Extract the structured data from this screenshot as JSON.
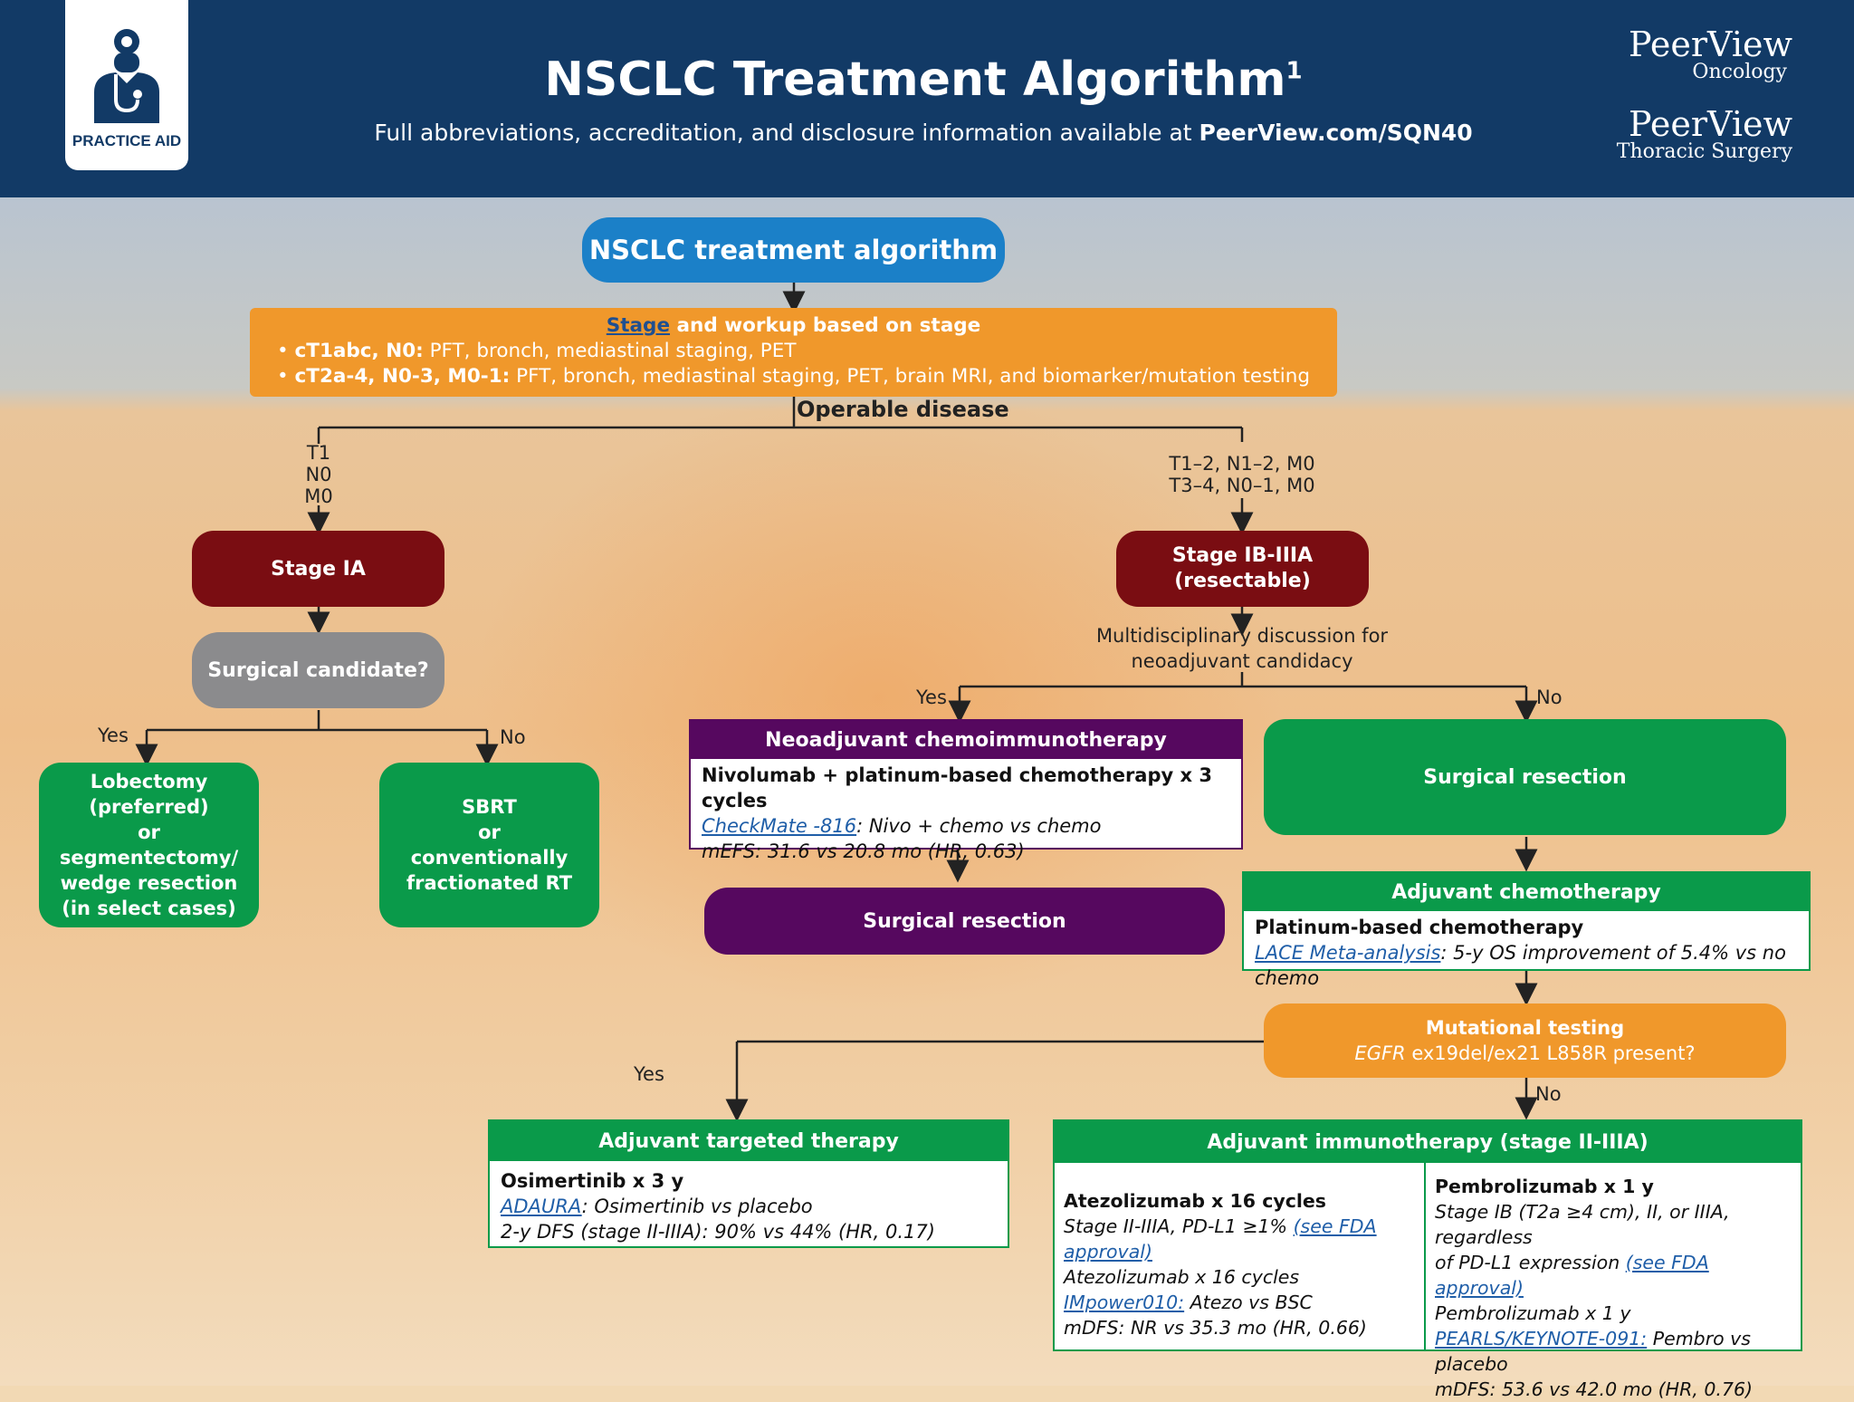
{
  "header": {
    "badge_label": "PRACTICE AID",
    "title": "NSCLC Treatment Algorithm",
    "title_sup": "1",
    "subtitle_prefix": "Full abbreviations, accreditation, and disclosure information available at ",
    "subtitle_link": "PeerView.com/SQN40",
    "brand1_name": "PeerView",
    "brand1_sub": "Oncology",
    "brand2_name": "PeerView",
    "brand2_sub": "Thoracic Surgery"
  },
  "root": {
    "label": "NSCLC treatment algorithm"
  },
  "workup": {
    "title_link": "Stage",
    "title_rest": " and workup based on stage",
    "b1_bold": "cT1abc, N0:",
    "b1_rest": " PFT, bronch, mediastinal staging, PET",
    "b2_bold": "cT2a-4, N0-3, M0-1:",
    "b2_rest": " PFT, bronch, mediastinal staging, PET, brain MRI, and biomarker/mutation testing"
  },
  "operable_label": "Operable disease",
  "left_branch": {
    "criteria": [
      "T1",
      "N0",
      "M0"
    ],
    "stage": "Stage IA",
    "question": "Surgical candidate?",
    "yes": "Yes",
    "no": "No",
    "lobectomy": [
      "Lobectomy",
      "(preferred)",
      "or",
      "segmentectomy/",
      "wedge resection",
      "(in select cases)"
    ],
    "sbrt": [
      "SBRT",
      "or",
      "conventionally",
      "fractionated RT"
    ]
  },
  "right_branch": {
    "criteria": [
      "T1–2, N1–2, M0",
      "T3–4, N0–1, M0"
    ],
    "stage": [
      "Stage IB-IIIA",
      "(resectable)"
    ],
    "discussion": [
      "Multidisciplinary discussion for",
      "neoadjuvant candidacy"
    ],
    "yes": "Yes",
    "no": "No",
    "neoadj": {
      "header": "Neoadjuvant chemoimmunotherapy",
      "line1": "Nivolumab + platinum-based chemotherapy x 3 cycles",
      "trial_link": "CheckMate -816",
      "trial_rest": ": Nivo + chemo vs chemo",
      "line3": "mEFS: 31.6 vs 20.8 mo (HR, 0.63)"
    },
    "surgical_resection_purple": "Surgical resection",
    "surgical_resection_green": "Surgical resection",
    "adjuvant_chemo": {
      "header": "Adjuvant chemotherapy",
      "line1": "Platinum-based chemotherapy",
      "trial_link": "LACE Meta-analysis",
      "trial_rest": ": 5-y OS improvement of 5.4% vs no chemo"
    },
    "mutational": {
      "line1": "Mutational testing",
      "gene": "EGFR",
      "line2_rest": " ex19del/ex21 L858R present?"
    },
    "mut_yes": "Yes",
    "mut_no": "No",
    "targeted": {
      "header": "Adjuvant targeted therapy",
      "line1": "Osimertinib x 3 y",
      "trial_link": "ADAURA",
      "trial_rest": ": Osimertinib vs placebo",
      "line3": "2-y DFS (stage II-IIIA): 90% vs 44% (HR, 0.17)"
    },
    "immuno": {
      "header": "Adjuvant immunotherapy (stage II-IIIA)",
      "left": {
        "title": "Atezolizumab x 16 cycles",
        "l1": "Stage II-IIIA, PD-L1 ≥1% ",
        "l1_link": "(see FDA approval)",
        "l2": "Atezolizumab x 16 cycles",
        "trial_link": "IMpower010:",
        "trial_rest": " Atezo vs BSC",
        "l4": "mDFS: NR vs 35.3 mo (HR, 0.66)"
      },
      "right": {
        "title": "Pembrolizumab x 1 y",
        "l1": "Stage IB (T2a ≥4 cm), II, or IIIA, regardless",
        "l2": "of PD-L1 expression ",
        "l2_link": "(see FDA approval)",
        "l3": "Pembrolizumab x 1 y",
        "trial_link": "PEARLS/KEYNOTE-091:",
        "trial_rest": " Pembro vs placebo",
        "l5": "mDFS: 53.6 vs 42.0 mo (HR, 0.76)"
      }
    }
  },
  "colors": {
    "header_navy": "#123a66",
    "blue": "#1b80c8",
    "orange": "#f0982b",
    "maroon": "#7a0d12",
    "grey": "#8b8b8d",
    "green": "#0a9a4a",
    "purple": "#56085f"
  }
}
